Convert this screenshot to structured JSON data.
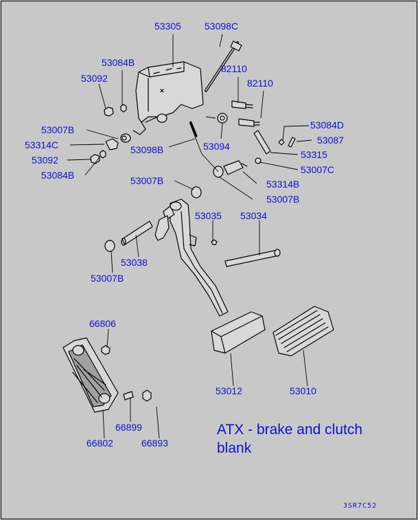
{
  "caption": {
    "line1": "ATX - brake and clutch",
    "line2": "blank"
  },
  "drawing_code": "3SR7C52",
  "parts": [
    {
      "id": "p53305",
      "label": "53305"
    },
    {
      "id": "p53098C",
      "label": "53098C"
    },
    {
      "id": "p53084B_a",
      "label": "53084B"
    },
    {
      "id": "p82110_a",
      "label": "82110"
    },
    {
      "id": "p53092_a",
      "label": "53092"
    },
    {
      "id": "p82110_b",
      "label": "82110"
    },
    {
      "id": "p53084D",
      "label": "53084D"
    },
    {
      "id": "p53007B_a",
      "label": "53007B"
    },
    {
      "id": "p53087",
      "label": "53087"
    },
    {
      "id": "p53314C",
      "label": "53314C"
    },
    {
      "id": "p53094",
      "label": "53094"
    },
    {
      "id": "p53098B",
      "label": "53098B"
    },
    {
      "id": "p53315",
      "label": "53315"
    },
    {
      "id": "p53092_b",
      "label": "53092"
    },
    {
      "id": "p53007C",
      "label": "53007C"
    },
    {
      "id": "p53084B_b",
      "label": "53084B"
    },
    {
      "id": "p53314B",
      "label": "53314B"
    },
    {
      "id": "p53007B_b",
      "label": "53007B"
    },
    {
      "id": "p53007B_c",
      "label": "53007B"
    },
    {
      "id": "p53035",
      "label": "53035"
    },
    {
      "id": "p53034",
      "label": "53034"
    },
    {
      "id": "p53038",
      "label": "53038"
    },
    {
      "id": "p53007B_d",
      "label": "53007B"
    },
    {
      "id": "p66806",
      "label": "66806"
    },
    {
      "id": "p53012",
      "label": "53012"
    },
    {
      "id": "p53010",
      "label": "53010"
    },
    {
      "id": "p66899",
      "label": "66899"
    },
    {
      "id": "p66802",
      "label": "66802"
    },
    {
      "id": "p66893",
      "label": "66893"
    }
  ]
}
